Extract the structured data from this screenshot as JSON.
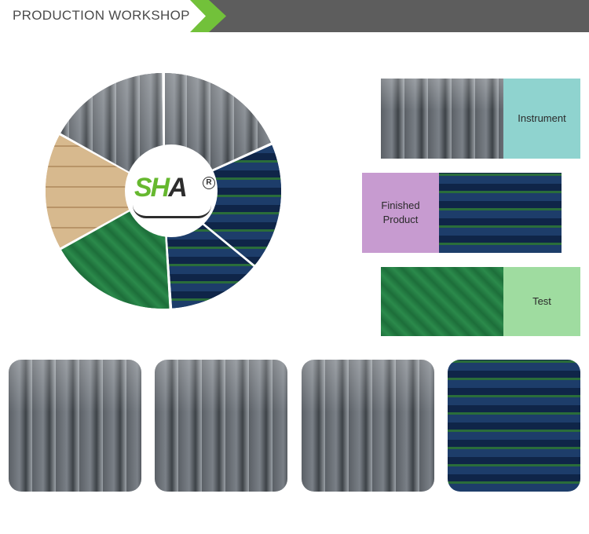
{
  "header": {
    "title": "PRODUCTION WORKSHOP"
  },
  "logo": {
    "text_green": "SH",
    "text_dark": "A",
    "reg": "R"
  },
  "rows": [
    {
      "label": "Instrument",
      "color": "#8fd3cf"
    },
    {
      "label": "Finished Product",
      "color": "#c79bd0"
    },
    {
      "label": "Test",
      "color": "#9fdca0"
    }
  ],
  "colors": {
    "accent_green": "#72c13a",
    "header_dark": "#5d5d5d"
  },
  "icons": [
    "registered-mark-icon"
  ]
}
